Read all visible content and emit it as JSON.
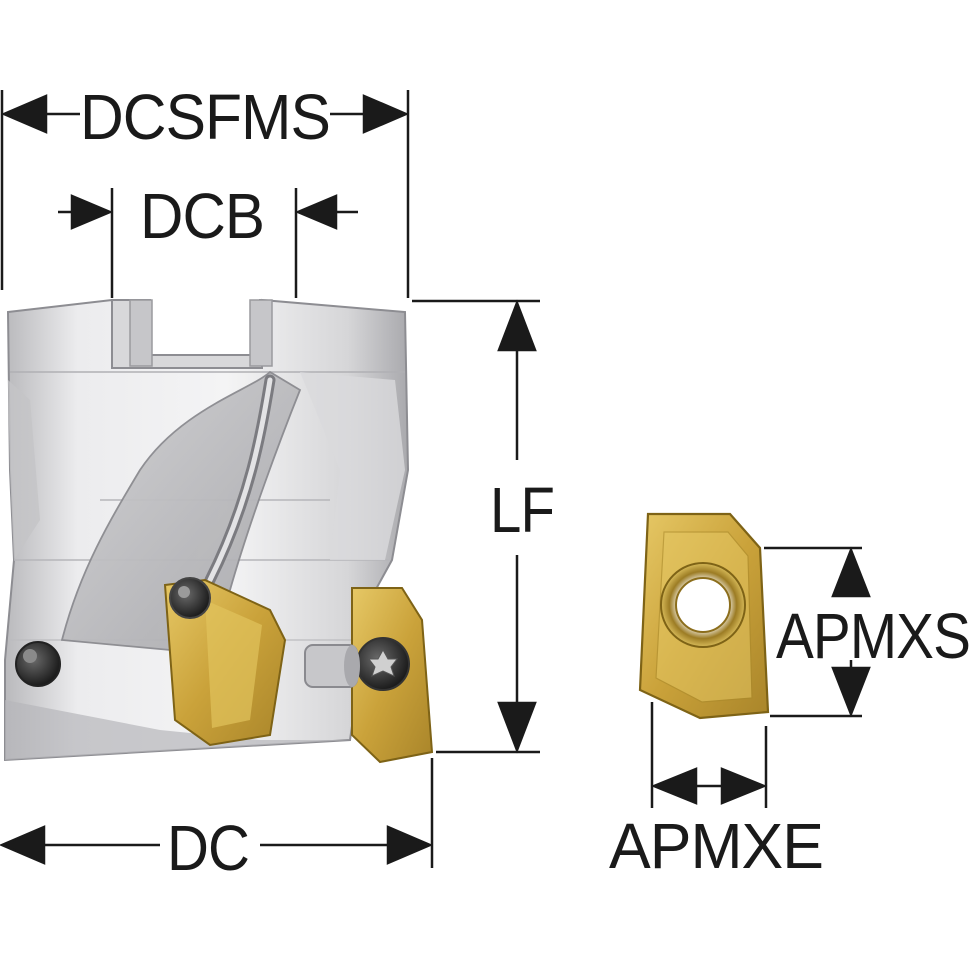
{
  "labels": {
    "dcsfms": "DCSFMS",
    "dcb": "DCB",
    "lf": "LF",
    "dc": "DC",
    "apmxs": "APMXS",
    "apmxe": "APMXE"
  },
  "colors": {
    "body_light": "#e9e9ea",
    "body_mid": "#c9c9cb",
    "body_dark": "#9e9ea2",
    "insert_gold": "#d4b24a",
    "insert_dark": "#8f7420",
    "dimension_line": "#1a1a1a"
  }
}
